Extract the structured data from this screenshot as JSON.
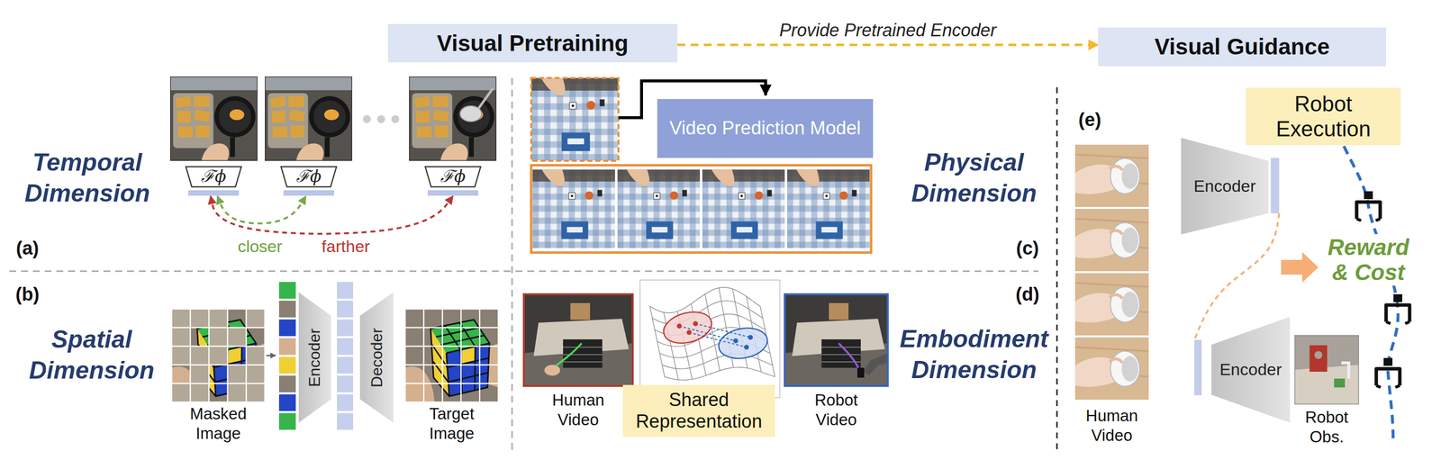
{
  "diagram": {
    "nodes": [
      {
        "text": [
          "Visual Pretraining"
        ]
      },
      {
        "text": [
          "Visual Guidance"
        ]
      },
      {
        "text": [
          "ℱϕ"
        ]
      },
      {
        "text": [
          "ℱϕ"
        ]
      },
      {
        "text": [
          "ℱϕ"
        ]
      },
      {
        "text": [
          "Encoder"
        ]
      },
      {
        "text": [
          "Decoder"
        ]
      },
      {
        "text": [
          "Video Prediction Model"
        ]
      },
      {
        "text": [
          "Shared Representation"
        ]
      },
      {
        "text": [
          "Robot Execution"
        ]
      },
      {
        "text": [
          "Encoder"
        ]
      },
      {
        "text": [
          "Encoder"
        ]
      }
    ],
    "edges": [
      {
        "from": 0,
        "to": 1,
        "arrow": "to",
        "label": "Provide Pretrained Encoder"
      },
      {
        "from": 2,
        "to": 3,
        "arrow": "both",
        "label": "closer"
      },
      {
        "from": 2,
        "to": 4,
        "arrow": "both",
        "label": "farther"
      },
      {
        "from": 10,
        "to": 11,
        "arrow": "none"
      }
    ],
    "labels": [
      "Temporal Dimension",
      "(a)",
      "Physical Dimension",
      "(c)",
      "Spatial Dimension",
      "Masked Image",
      "Target Image",
      "(b)",
      "Embodiment Dimension",
      "(d)",
      "Human Video",
      "Robot Video",
      "(e)",
      "Human Video",
      "Reward & Cost",
      "Robot Obs."
    ]
  }
}
